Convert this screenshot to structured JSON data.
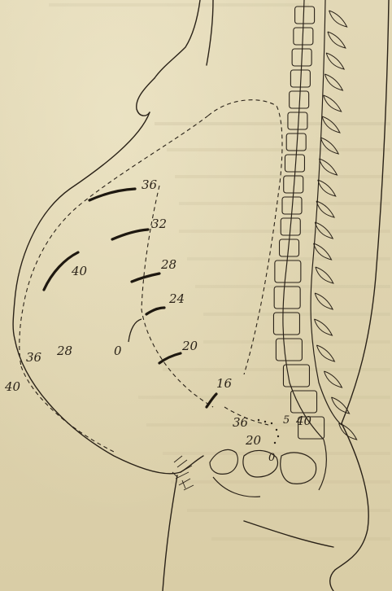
{
  "figure": {
    "labels": {
      "l36_top": "36",
      "l32": "32",
      "l28_mid": "28",
      "l24": "24",
      "l20_mid": "20",
      "l16": "16",
      "l40_inner": "40",
      "l28_left": "28",
      "l0_mid": "0",
      "l36_outer": "36",
      "l40_outer": "40",
      "l36_bottom": "36",
      "l40_bottom": "40",
      "l20_bottom": "20",
      "l0_bottom": "0",
      "l5_bottom": "5"
    },
    "ink_color": "#2a2218",
    "paper_color": "#ddd2ae"
  }
}
